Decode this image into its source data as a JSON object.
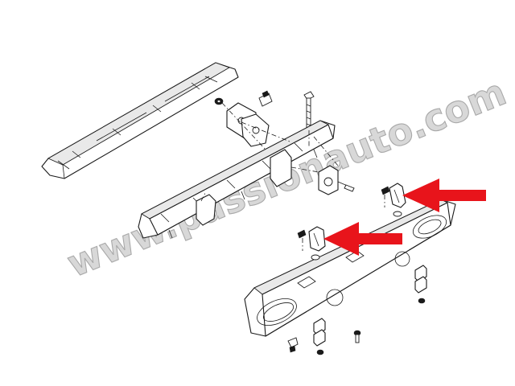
{
  "watermark": {
    "text": "www.passionauto.com"
  },
  "diagram": {
    "callout_arrows": [
      {
        "target": "right-bumper-bracket",
        "color": "#e8141b"
      },
      {
        "target": "left-bumper-bracket",
        "color": "#e8141b"
      }
    ],
    "colors": {
      "line": "#1a1a1a",
      "arrow": "#e8141b",
      "watermark": "#d8d8d8"
    }
  }
}
